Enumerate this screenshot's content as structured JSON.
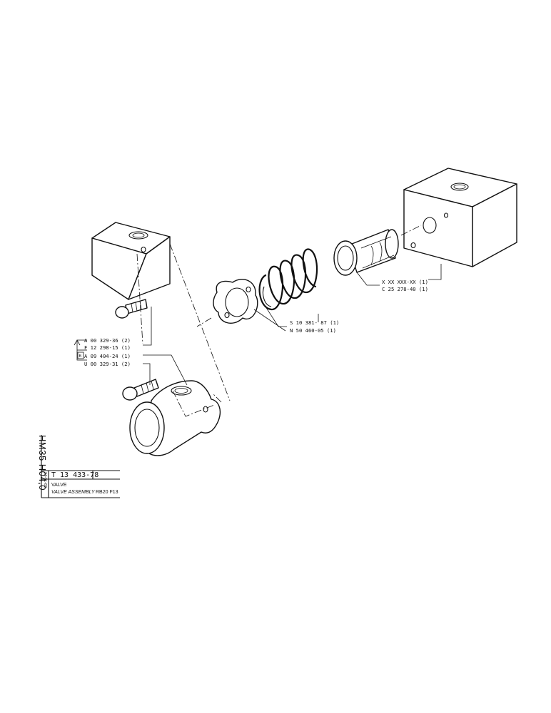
{
  "labels": {
    "l1": "A 00 329-36 (2)",
    "l2": "F 12 298-15 (1)",
    "l3": "A 09 404-24 (1)",
    "l4": "U 00 329-31 (2)",
    "l5": "S 10 381- 87 (1)",
    "l6": "N 50 460-05 (1)",
    "l7": "X XX XXX-XX (1)",
    "l8": "C 25 278-40 (1)"
  },
  "title_block": {
    "vertical_code": "HM35 H04,0",
    "date": "24-01-83",
    "part_number": "T 13 433-78",
    "name_1": "VALVE",
    "name_2": "VALVE ASSEMBLY",
    "model": "RB20 F13",
    "symbol": "B"
  }
}
